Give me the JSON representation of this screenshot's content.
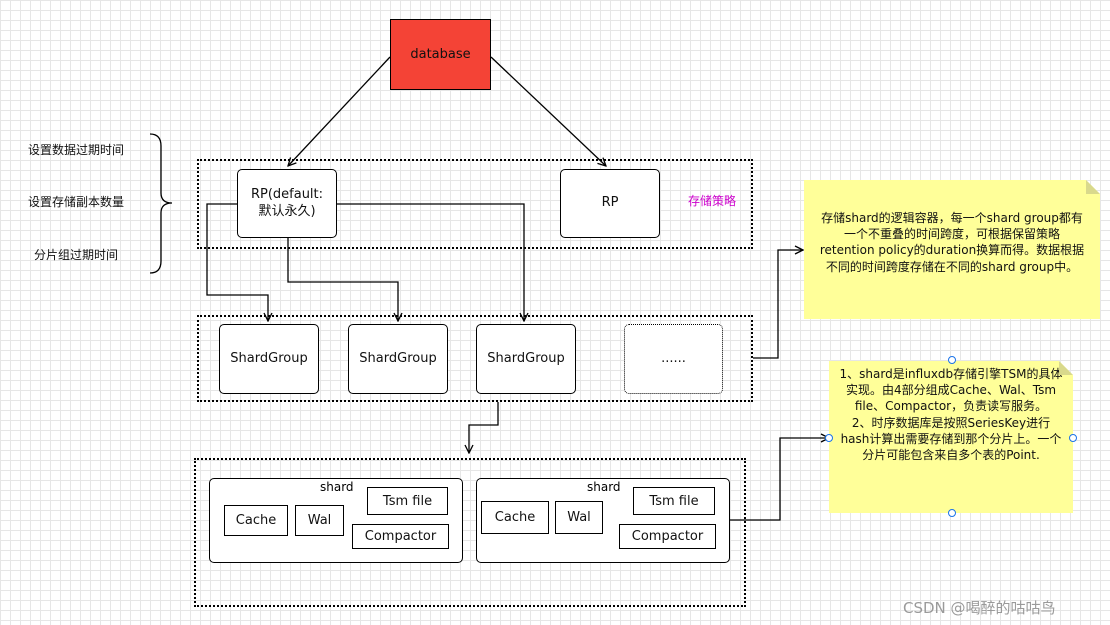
{
  "database": "database",
  "rp1": "RP(default:\n默认永久)",
  "rp2": "RP",
  "strategy_label": "存储策略",
  "side_labels": [
    "设置数据过期时间",
    "设置存储副本数量",
    "分片组过期时间"
  ],
  "shard_groups": [
    "ShardGroup",
    "ShardGroup",
    "ShardGroup",
    "......"
  ],
  "shards": [
    {
      "title": "shard",
      "cache": "Cache",
      "wal": "Wal",
      "tsm": "Tsm file",
      "compactor": "Compactor"
    },
    {
      "title": "shard",
      "cache": "Cache",
      "wal": "Wal",
      "tsm": "Tsm file",
      "compactor": "Compactor"
    }
  ],
  "note1": "存储shard的逻辑容器，每一个shard group都有一个不重叠的时间跨度，可根据保留策略retention policy的duration换算而得。数据根据不同的时间跨度存储在不同的shard group中。",
  "note2": "1、shard是influxdb存储引擎TSM的具体实现。由4部分组成Cache、Wal、Tsm file、Compactor，负责读写服务。\n2、时序数据库是按照SeriesKey进行hash计算出需要存储到那个分片上。一个分片可能包含来自多个表的Point.",
  "watermark": "CSDN @喝醉的咕咕鸟",
  "colors": {
    "database_fill": "#f44336",
    "strategy_label": "#cc00cc",
    "note_fill": "#ffff99",
    "handle": "#1a73e8"
  }
}
